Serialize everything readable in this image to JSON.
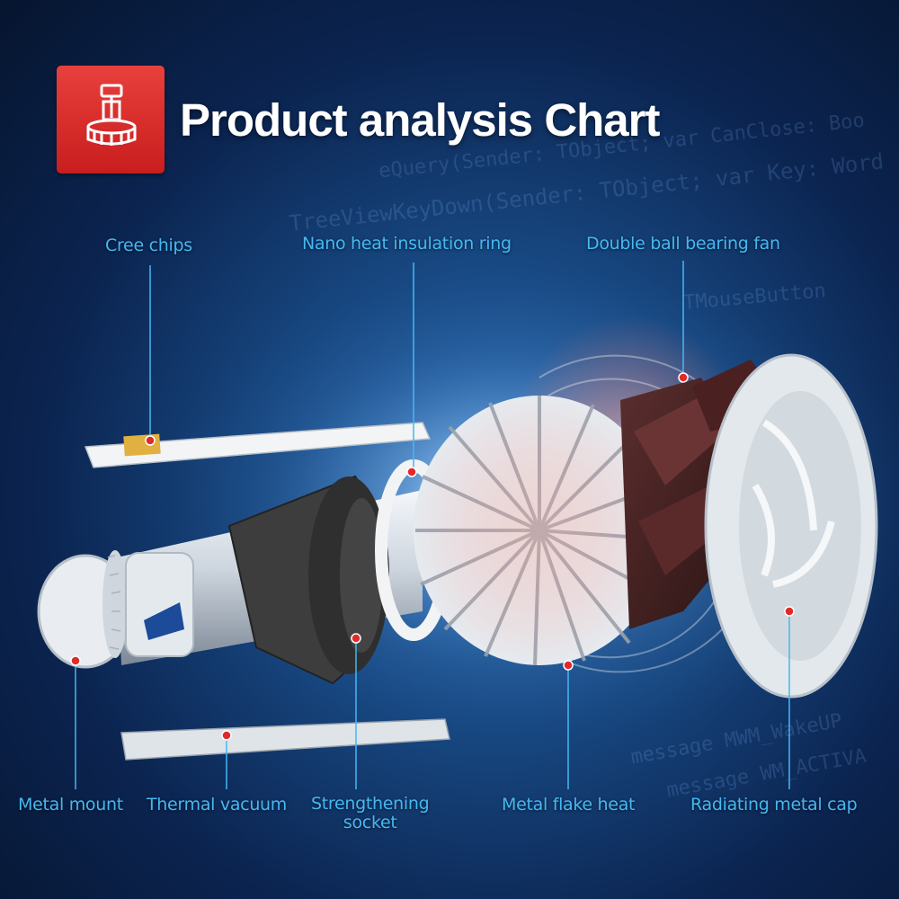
{
  "title": "Product analysis Chart",
  "header_icon": "bulb-socket-icon",
  "accent_color": "#e02a2a",
  "label_color": "#45b8f2",
  "background_code": [
    "TreeViewKeyDown(Sender: TObject; var Key: Word",
    "eQuery(Sender: TObject; var CanClose: Boo",
    "message MWM_WakeUP",
    "message WM_ACTIVA",
    "TMouseButton"
  ],
  "parts": {
    "cree_chips": "Cree chips",
    "nano_ring": "Nano heat insulation  ring",
    "fan": "Double ball bearing fan",
    "metal_mount": "Metal mount",
    "thermal_vacuum": "Thermal vacuum",
    "socket_line1": "Strengthening",
    "socket_line2": "socket",
    "metal_flake": "Metal flake heat",
    "metal_cap": "Radiating metal cap"
  }
}
